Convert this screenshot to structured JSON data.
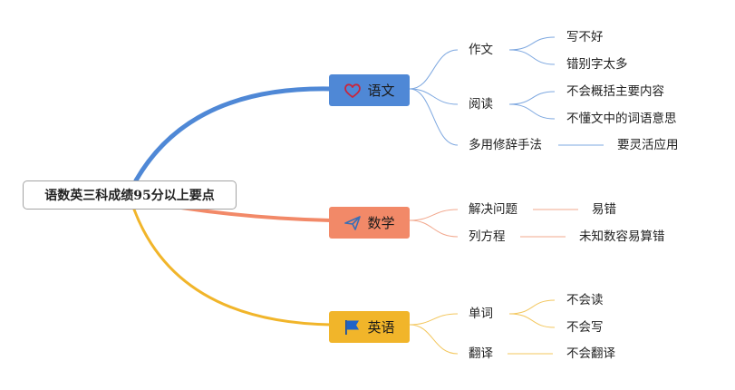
{
  "root": {
    "label": "语数英三科成绩95分以上要点"
  },
  "branches": {
    "chinese": {
      "label": "语文",
      "color": "#4f88d6",
      "icon": "heart-icon",
      "sub": {
        "writing": {
          "label": "作文",
          "items": [
            "写不好",
            "错别字太多"
          ]
        },
        "reading": {
          "label": "阅读",
          "items": [
            "不会概括主要内容",
            "不懂文中的词语意思"
          ]
        },
        "rhetoric": {
          "label": "多用修辞手法",
          "items": [
            "要灵活应用"
          ]
        }
      }
    },
    "math": {
      "label": "数学",
      "color": "#f28968",
      "icon": "paper-plane-icon",
      "sub": {
        "problem": {
          "label": "解决问题",
          "items": [
            "易错"
          ]
        },
        "equation": {
          "label": "列方程",
          "items": [
            "未知数容易算错"
          ]
        }
      }
    },
    "english": {
      "label": "英语",
      "color": "#f1b52a",
      "icon": "flag-icon",
      "sub": {
        "words": {
          "label": "单词",
          "items": [
            "不会读",
            "不会写"
          ]
        },
        "translate": {
          "label": "翻译",
          "items": [
            "不会翻译"
          ]
        }
      }
    }
  }
}
